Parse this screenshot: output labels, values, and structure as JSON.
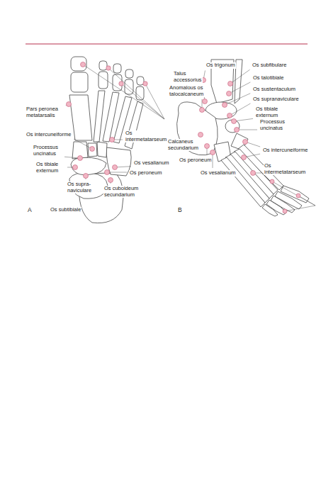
{
  "diagram": {
    "labels": [
      "Pars peronea metatarsalis",
      "Os intercuneiforme",
      "Processus uncinatus",
      "Os tibiale externum",
      "Os supra- naviculare",
      "Os subtibiale",
      "Os intermetatarseum",
      "Os vesalianum",
      "Os peroneum",
      "Os cuboideum secundarium",
      "A",
      "Os trigonum",
      "Os subfibulare",
      "Talus accessorius",
      "Os talotibiale",
      "Anomalous os talocalcaneum",
      "Os sustentaculum",
      "Os supranaviculare",
      "Os tibiale externum",
      "Processus uncinatus",
      "Calcaneus secundarium",
      "Os peroneum",
      "Os vesalianum",
      "Os intercuneiforme",
      "Os intermetatarseum",
      "B"
    ]
  }
}
